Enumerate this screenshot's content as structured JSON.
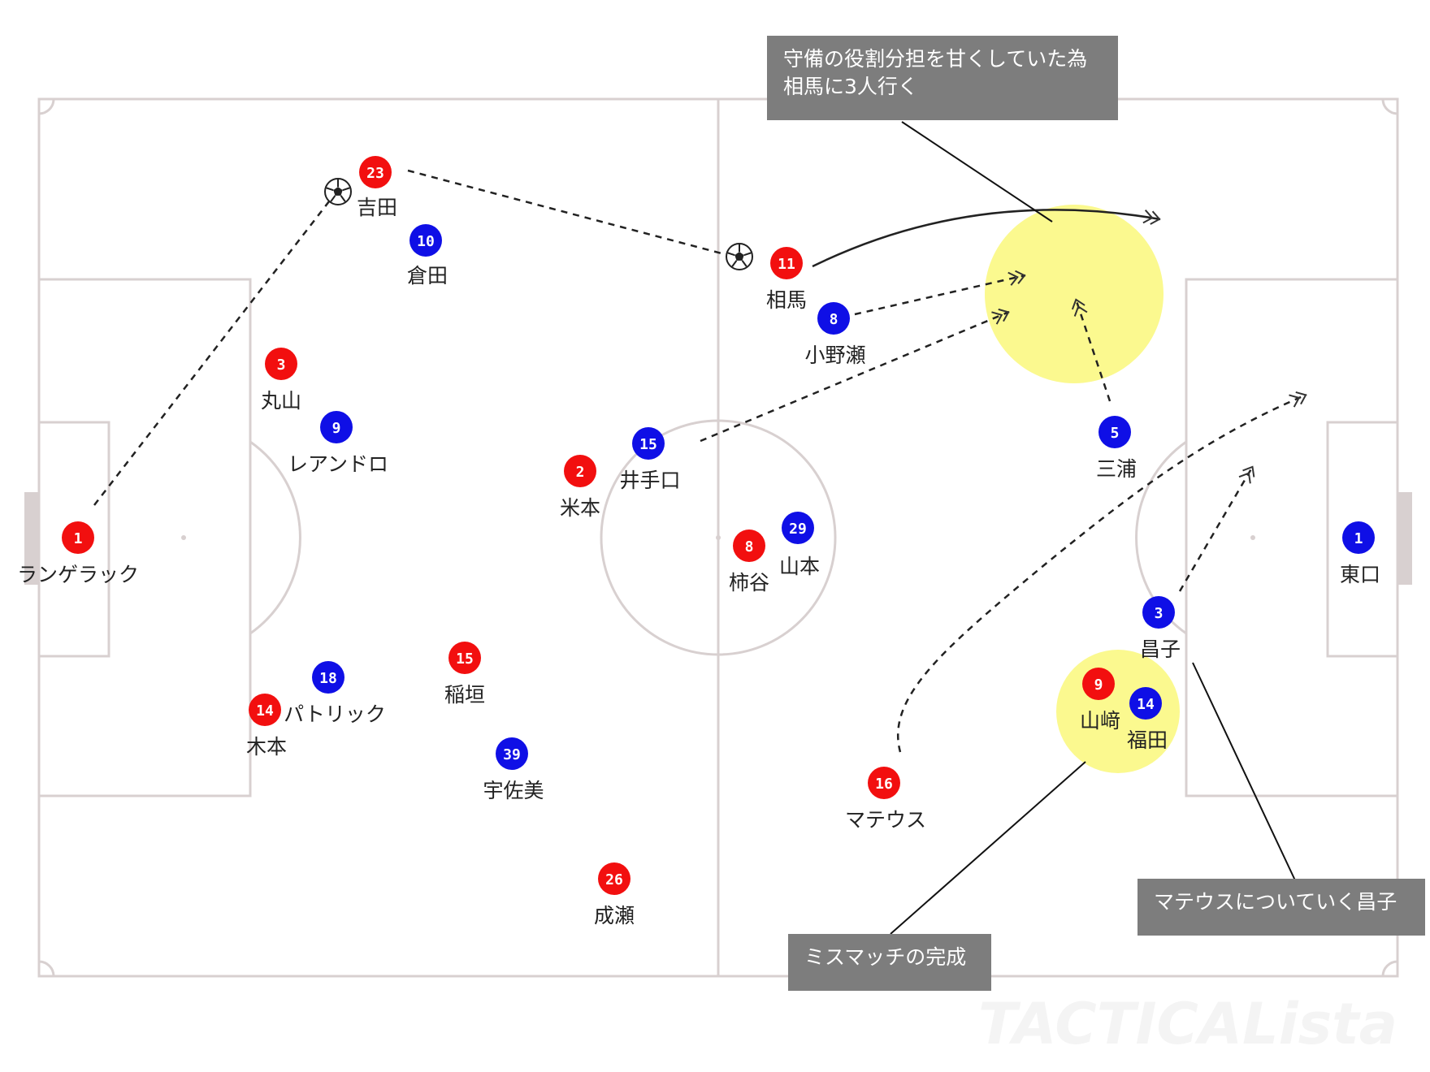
{
  "colors": {
    "team_a": "#f20f0f",
    "team_b": "#0f0fe6",
    "pitch_line": "#d8d0d0",
    "highlight": "#fbf98f",
    "callout_bg": "#7d7d7d",
    "watermark": "#f4f4f4"
  },
  "players": [
    {
      "number": "1",
      "name": "ランゲラック",
      "team": "red"
    },
    {
      "number": "23",
      "name": "吉田",
      "team": "red"
    },
    {
      "number": "3",
      "name": "丸山",
      "team": "red"
    },
    {
      "number": "14",
      "name": "木本",
      "team": "red"
    },
    {
      "number": "15",
      "name": "稲垣",
      "team": "red"
    },
    {
      "number": "2",
      "name": "米本",
      "team": "red"
    },
    {
      "number": "26",
      "name": "成瀬",
      "team": "red"
    },
    {
      "number": "11",
      "name": "相馬",
      "team": "red"
    },
    {
      "number": "8",
      "name": "柿谷",
      "team": "red"
    },
    {
      "number": "16",
      "name": "マテウス",
      "team": "red"
    },
    {
      "number": "9",
      "name": "山﨑",
      "team": "red"
    },
    {
      "number": "10",
      "name": "倉田",
      "team": "blue"
    },
    {
      "number": "9",
      "name": "レアンドロ",
      "team": "blue"
    },
    {
      "number": "18",
      "name": "パトリック",
      "team": "blue"
    },
    {
      "number": "39",
      "name": "宇佐美",
      "team": "blue"
    },
    {
      "number": "15",
      "name": "井手口",
      "team": "blue"
    },
    {
      "number": "29",
      "name": "山本",
      "team": "blue"
    },
    {
      "number": "8",
      "name": "小野瀬",
      "team": "blue"
    },
    {
      "number": "5",
      "name": "三浦",
      "team": "blue"
    },
    {
      "number": "3",
      "name": "昌子",
      "team": "blue"
    },
    {
      "number": "14",
      "name": "福田",
      "team": "blue"
    },
    {
      "number": "1",
      "name": "東口",
      "team": "blue"
    }
  ],
  "ball_icons": [
    "soccer-ball-icon",
    "soccer-ball-icon"
  ],
  "callouts": {
    "top": [
      "守備の役割分担を甘くしていた為",
      "相馬に3人行く"
    ],
    "bottom": "ミスマッチの完成",
    "right": "マテウスについていく昌子"
  },
  "watermark": "TACTICALista"
}
